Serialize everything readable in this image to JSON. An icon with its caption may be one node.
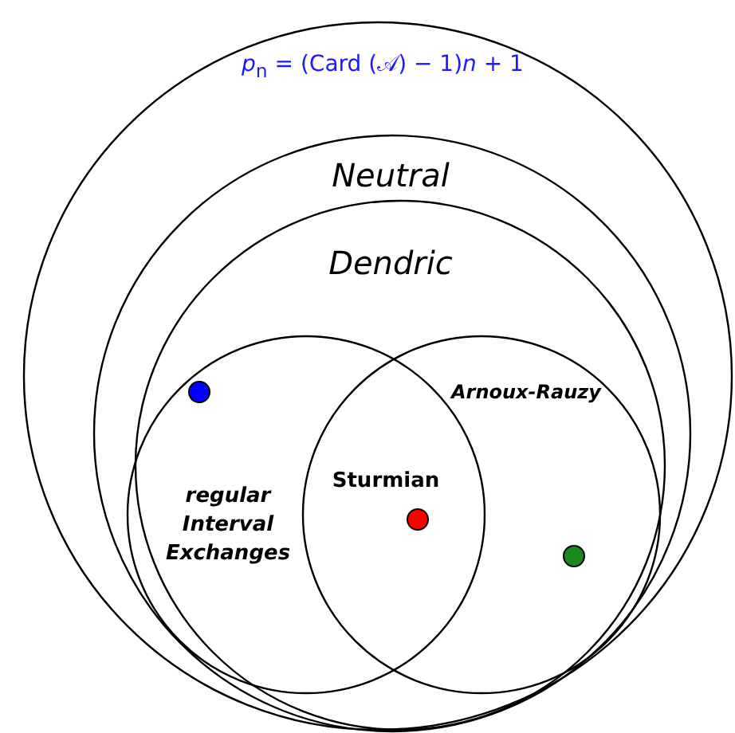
{
  "diagram": {
    "nodes": [
      {
        "text": [
          "*p*$_{n}$ = (Card (𝒜) − 1)*n* + 1"
        ]
      },
      {
        "text": [
          "Neutral"
        ],
        "in": 0
      },
      {
        "text": [
          "Dendric"
        ],
        "in": 1
      },
      {
        "text": [
          "regular Interval Exchanges"
        ],
        "in": 2
      },
      {
        "text": [
          "Arnoux-Rauzy"
        ],
        "in": 2
      },
      {
        "text": [],
        "shape": "circle",
        "in": 3
      },
      {
        "text": [],
        "shape": "circle"
      },
      {
        "text": [],
        "shape": "circle",
        "in": 4
      }
    ],
    "labels": [
      "Sturmian"
    ]
  }
}
